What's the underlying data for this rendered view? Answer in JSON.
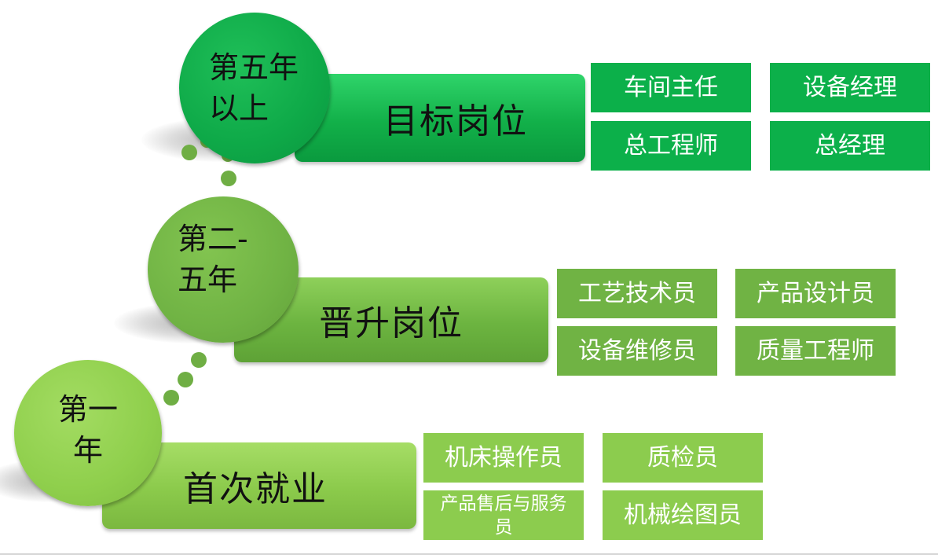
{
  "colors": {
    "dark_green": "#16a84a",
    "mid_green": "#6fb541",
    "light_green": "#8fcf4c",
    "box_dark": "#0cb04a",
    "box_mid": "#70b344",
    "box_light": "#8ccc4e"
  },
  "levels": [
    {
      "circle_label": "第五年\n以上",
      "bar_label": "目标岗位",
      "positions": [
        "车间主任",
        "设备经理",
        "总工程师",
        "总经理"
      ]
    },
    {
      "circle_label": "第二-\n五年",
      "bar_label": "晋升岗位",
      "positions": [
        "工艺技术员",
        "产品设计员",
        "设备维修员",
        "质量工程师"
      ]
    },
    {
      "circle_label": "第一\n年",
      "bar_label": "首次就业",
      "positions": [
        "机床操作员",
        "质检员",
        "产品售后与服务员",
        "机械绘图员"
      ]
    }
  ]
}
